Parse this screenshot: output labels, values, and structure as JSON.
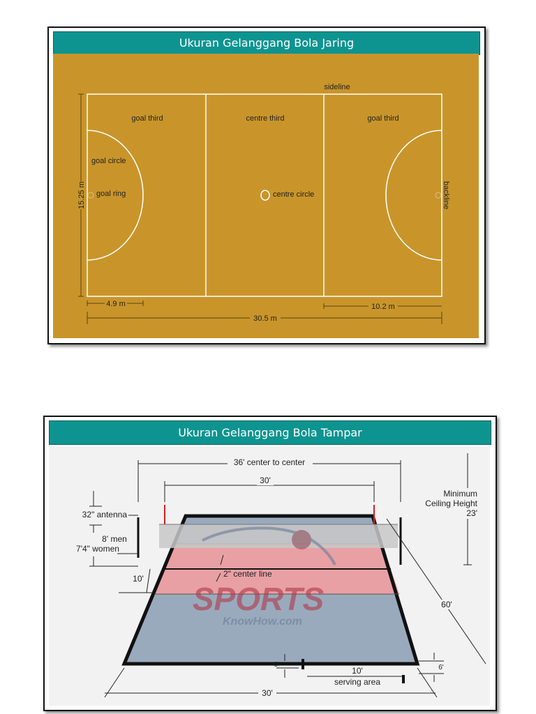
{
  "netball": {
    "title": "Ukuran Gelanggang Bola Jaring",
    "labels": {
      "sideline": "sideline",
      "goal_third_left": "goal third",
      "centre_third": "centre third",
      "goal_third_right": "goal third",
      "goal_circle": "goal circle",
      "goal_ring": "goal ring",
      "centre_circle": "centre circle",
      "backline": "backline",
      "width": "15.25 m",
      "circle_radius": "4.9 m",
      "length": "30.5 m",
      "third_length": "10.2 m"
    },
    "colors": {
      "court": "#c9952a",
      "lines": "#ffffff",
      "dimension": "#5a4210"
    }
  },
  "volleyball": {
    "title": "Ukuran Gelanggang Bola Tampar",
    "labels": {
      "antenna_spacing": "36' center to center",
      "court_width_top": "30'",
      "min_ceiling_line1": "Minimum",
      "min_ceiling_line2": "Ceiling Height",
      "min_ceiling_line3": "23'",
      "antenna": "32\" antenna",
      "net_men": "8' men",
      "net_women": "7'4\" women",
      "attack_zone": "10'",
      "center_line": "2\" center line",
      "court_length": "60'",
      "serving_depth_left": "6'",
      "serving_area_width": "10'",
      "serving_area": "serving area",
      "serving_depth_right": "6'",
      "court_width_bottom": "30'",
      "watermark_main": "SPORTS",
      "watermark_sub": "KnowHow.com"
    },
    "colors": {
      "court": "#9aaabd",
      "attack_zone": "#e8a0a4",
      "net": "#c8c8c8",
      "antenna": "#d42020",
      "lines": "#111111"
    }
  }
}
